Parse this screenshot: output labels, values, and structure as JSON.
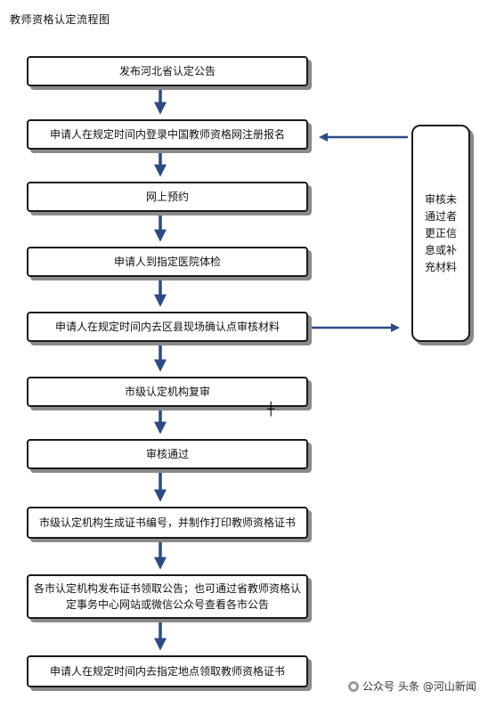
{
  "title": "教师资格认定流程图",
  "steps": [
    "发布河北省认定公告",
    "申请人在规定时间内登录中国教师资格网注册报名",
    "网上预约",
    "申请人到指定医院体检",
    "申请人在规定时间内去区县现场确认点审核材料",
    "市级认定机构复审",
    "审核通过",
    "市级认定机构生成证书编号，并制作打印教师资格证书",
    "各市认定机构发布证书领取公告；也可通过省教师资格认定事务中心网站或微信公众号查看各市公告",
    "申请人在规定时间内去指定地点领取教师资格证书"
  ],
  "side_box": "审核未通过者更正信息或补充材料",
  "watermark": {
    "prefix": "公众号",
    "text": "头条 @河山新闻"
  },
  "colors": {
    "arrow": "#2c4a86",
    "border": "#1b1b1b",
    "shadow": "#8a8a8a"
  }
}
